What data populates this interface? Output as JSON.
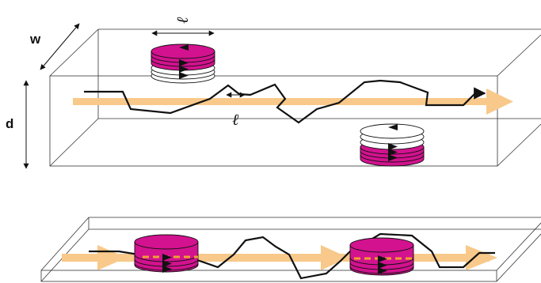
{
  "labels": {
    "width": "w",
    "depth": "d",
    "coherence_length": "ℓ",
    "spin_length": "ℓ"
  },
  "colors": {
    "flow": "#f8c98a",
    "spin_fill": "#d2128e",
    "spin_outline": "#111111",
    "walk": "#111111",
    "box_edge": "#333333",
    "dash": "#f0a030"
  }
}
